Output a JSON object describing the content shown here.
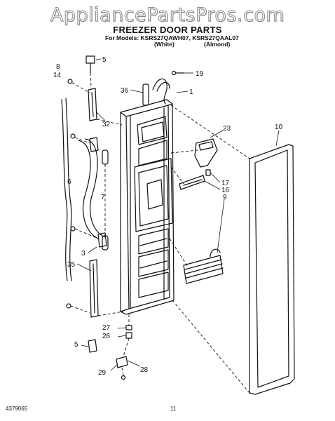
{
  "watermark": "AppliancePartsPros.com",
  "title": "FREEZER DOOR PARTS",
  "models_line": "For Models: KSRS27QAWH07, KSRS27QAAL07",
  "variants": [
    "(White)",
    "(Almond)"
  ],
  "footer": {
    "doc_number": "4379065",
    "page_number": "11"
  },
  "callouts": [
    "5",
    "8",
    "14",
    "19",
    "36",
    "1",
    "32",
    "6",
    "23",
    "10",
    "7",
    "17",
    "16",
    "9",
    "3",
    "35",
    "5",
    "27",
    "26",
    "29",
    "28"
  ]
}
